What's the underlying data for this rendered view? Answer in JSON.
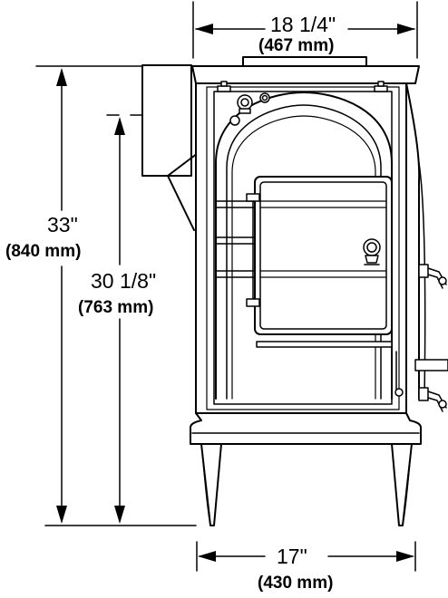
{
  "dimensions": {
    "top_width": {
      "imperial": "18 1/4\"",
      "metric": "(467 mm)"
    },
    "total_height": {
      "imperial": "33\"",
      "metric": "(840 mm)"
    },
    "flue_height": {
      "imperial": "30 1/8\"",
      "metric": "(763 mm)"
    },
    "base_width": {
      "imperial": "17\"",
      "metric": "(430 mm)"
    }
  },
  "colors": {
    "line": "#000000",
    "fill": "#ffffff"
  }
}
